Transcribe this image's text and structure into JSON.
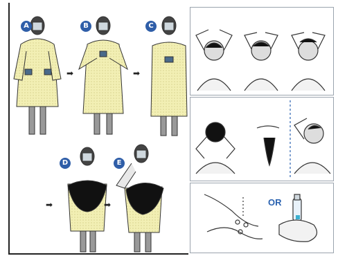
{
  "steps": [
    {
      "id": "A",
      "label": "A"
    },
    {
      "id": "B",
      "label": "B"
    },
    {
      "id": "C",
      "label": "C"
    },
    {
      "id": "D",
      "label": "D"
    },
    {
      "id": "E",
      "label": "E"
    }
  ],
  "hand_hygiene": {
    "or_label": "OR"
  },
  "colors": {
    "gown": "#f2efb4",
    "badge": "#2f5ea8",
    "hair": "#1a1a1a",
    "or": "#2a62b0"
  }
}
